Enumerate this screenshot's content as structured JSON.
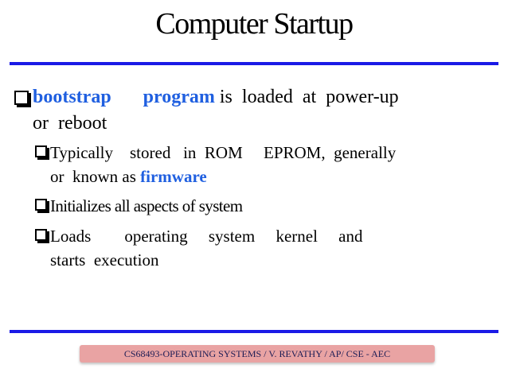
{
  "slide": {
    "title": "Computer Startup",
    "bullets": {
      "b1": {
        "highlight1": "bootstrap",
        "highlight2": "program",
        "text_after": " is  loaded  at  power-up",
        "line2": "or  reboot"
      },
      "b2": {
        "line1": "Typically    stored   in  ROM     EPROM,  generally",
        "line2_prefix": "or  known as ",
        "highlight": "firmware"
      },
      "b3": {
        "text": "Initializes all aspects of system"
      },
      "b4": {
        "line1": "Loads        operating     system     kernel     and",
        "line2": "starts  execution"
      }
    },
    "footer": "CS68493-OPERATING SYSTEMS /  V. REVATHY /  AP/ CSE - AEC"
  },
  "colors": {
    "accent_rule": "#1a1ae6",
    "highlight_text": "#1f5fe0",
    "footer_bg": "#e9a3a3"
  }
}
